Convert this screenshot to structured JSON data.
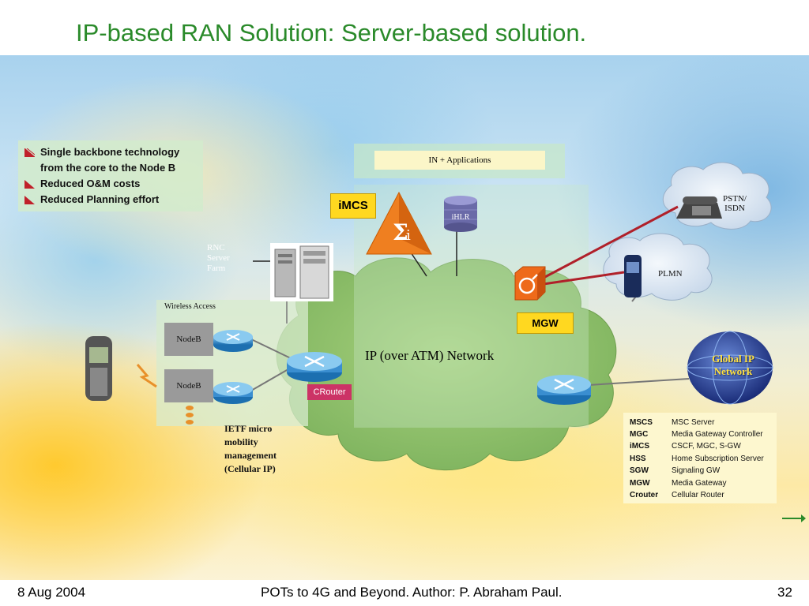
{
  "title": "IP-based RAN Solution:  Server-based solution.",
  "bullets": [
    "Single backbone technology",
    "from the core to the Node B",
    "Reduced O&M costs",
    "Reduced Planning effort"
  ],
  "in_applications": "IN + Applications",
  "imcs": "iMCS",
  "ihlr": "iHLR",
  "mgw": "MGW",
  "crouter": "CRouter",
  "ip_network": "IP (over ATM) Network",
  "wireless_access": "Wireless Access",
  "nodeb_top": "NodeB",
  "nodeb_bottom": "NodeB",
  "rnc": [
    "RNC",
    "Server",
    "Farm"
  ],
  "ietf": [
    "IETF micro",
    "mobility",
    "management",
    "(Cellular IP)"
  ],
  "pstn": [
    "PSTN/",
    "ISDN"
  ],
  "plmn": "PLMN",
  "global_ip": [
    "Global IP",
    "Network"
  ],
  "legend": [
    {
      "abbr": "MSCS",
      "full": "MSC Server"
    },
    {
      "abbr": "MGC",
      "full": "Media Gateway Controller"
    },
    {
      "abbr": "iMCS",
      "full": "CSCF, MGC, S-GW"
    },
    {
      "abbr": "HSS",
      "full": "Home Subscription Server"
    },
    {
      "abbr": "SGW",
      "full": "Signaling GW"
    },
    {
      "abbr": "MGW",
      "full": "Media Gateway"
    },
    {
      "abbr": "Crouter",
      "full": "Cellular Router"
    }
  ],
  "footer": {
    "date": "8 Aug 2004",
    "center": "POTs to 4G and Beyond. Author: P. Abraham Paul.",
    "page": "32"
  },
  "colors": {
    "title": "#2a8a2a",
    "accent_yellow": "#ffd820",
    "crouter": "#cc3366",
    "link_red": "#b0202a",
    "cloud_green": "#8cbf6a"
  }
}
